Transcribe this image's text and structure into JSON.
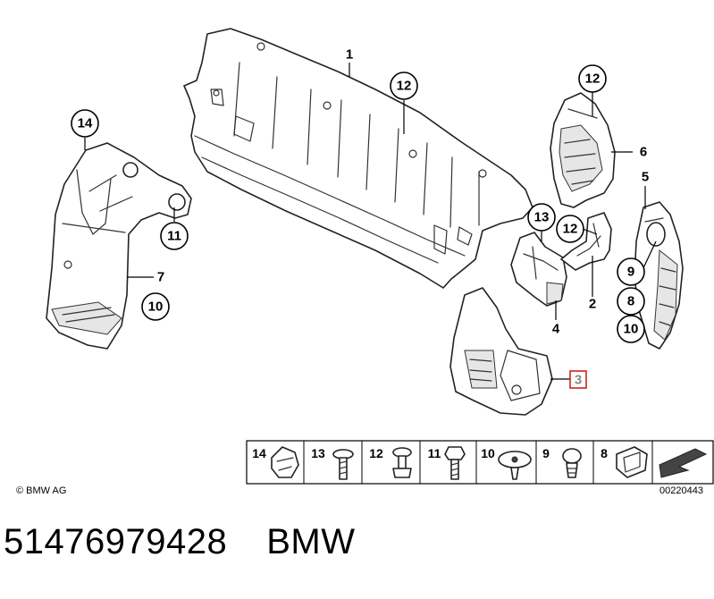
{
  "copyright": "© BMW AG",
  "diagram_id": "00220443",
  "footer": {
    "part_number": "51476979428",
    "brand": "BMW"
  },
  "callouts": [
    {
      "id": "c1",
      "label": "1"
    },
    {
      "id": "c12a",
      "label": "12"
    },
    {
      "id": "c14",
      "label": "14"
    },
    {
      "id": "c11",
      "label": "11"
    },
    {
      "id": "c7",
      "label": "7"
    },
    {
      "id": "c10a",
      "label": "10"
    },
    {
      "id": "c13",
      "label": "13"
    },
    {
      "id": "c4",
      "label": "4"
    },
    {
      "id": "c12b",
      "label": "12"
    },
    {
      "id": "c2",
      "label": "2"
    },
    {
      "id": "c12c",
      "label": "12"
    },
    {
      "id": "c6",
      "label": "6"
    },
    {
      "id": "c5",
      "label": "5"
    },
    {
      "id": "c9",
      "label": "9"
    },
    {
      "id": "c8",
      "label": "8"
    },
    {
      "id": "c10b",
      "label": "10"
    },
    {
      "id": "c3",
      "label": "3"
    }
  ],
  "legend": [
    "14",
    "13",
    "12",
    "11",
    "10",
    "9",
    "8"
  ]
}
